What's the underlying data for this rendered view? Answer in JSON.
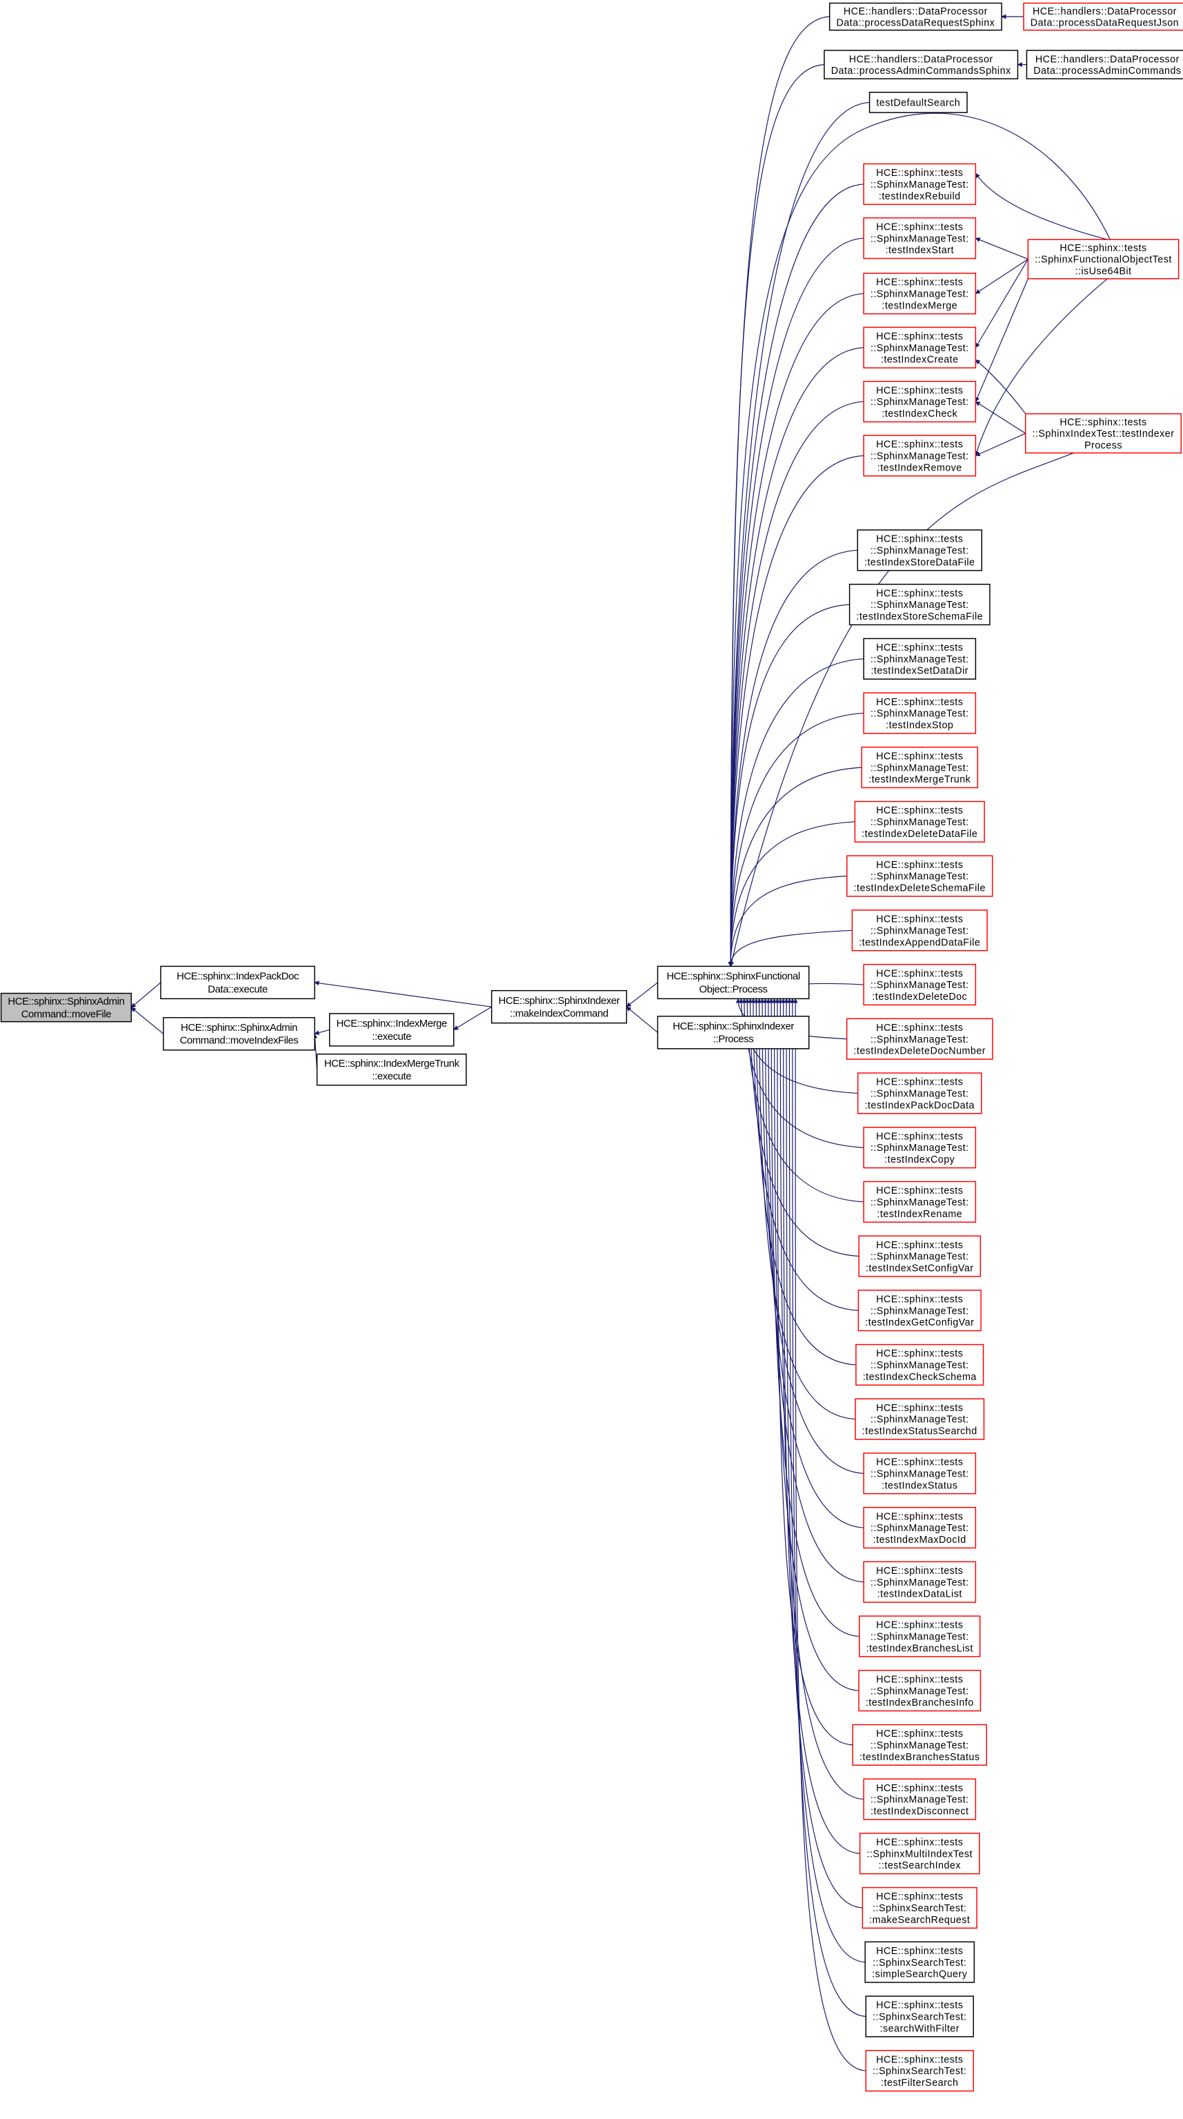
{
  "colors": {
    "edge": "#191970",
    "red_border": "#ff0000",
    "black_border": "#000000",
    "focus_fill": "#bfbfbf"
  },
  "nodes": [
    {
      "id": "moveFile",
      "lines": [
        "HCE::sphinx::SphinxAdmin",
        "Command::moveFile"
      ],
      "border": "black",
      "focus": true
    },
    {
      "id": "packDocExec",
      "lines": [
        "HCE::sphinx::IndexPackDoc",
        "Data::execute"
      ],
      "border": "black"
    },
    {
      "id": "moveIndexFiles",
      "lines": [
        "HCE::sphinx::SphinxAdmin",
        "Command::moveIndexFiles"
      ],
      "border": "black"
    },
    {
      "id": "mergeExec",
      "lines": [
        "HCE::sphinx::IndexMerge",
        "::execute"
      ],
      "border": "black"
    },
    {
      "id": "mergeTrunkExec",
      "lines": [
        "HCE::sphinx::IndexMergeTrunk",
        "::execute"
      ],
      "border": "black"
    },
    {
      "id": "makeIndexCommand",
      "lines": [
        "HCE::sphinx::SphinxIndexer",
        "::makeIndexCommand"
      ],
      "border": "black"
    },
    {
      "id": "funcProcess",
      "lines": [
        "HCE::sphinx::SphinxFunctional",
        "Object::Process"
      ],
      "border": "black"
    },
    {
      "id": "indexerProcess",
      "lines": [
        "HCE::sphinx::SphinxIndexer",
        "::Process"
      ],
      "border": "black"
    },
    {
      "id": "reqSphinx",
      "lines": [
        "HCE::handlers::DataProcessor",
        "Data::processDataRequestSphinx"
      ],
      "border": "black"
    },
    {
      "id": "reqJson",
      "lines": [
        "HCE::handlers::DataProcessor",
        "Data::processDataRequestJson"
      ],
      "border": "red"
    },
    {
      "id": "adminSphinx",
      "lines": [
        "HCE::handlers::DataProcessor",
        "Data::processAdminCommandsSphinx"
      ],
      "border": "black"
    },
    {
      "id": "admin",
      "lines": [
        "HCE::handlers::DataProcessor",
        "Data::processAdminCommands"
      ],
      "border": "black"
    },
    {
      "id": "defaultSearch",
      "lines": [
        "testDefaultSearch"
      ],
      "border": "black"
    },
    {
      "id": "isUse64Bit",
      "lines": [
        "HCE::sphinx::tests",
        "::SphinxFunctionalObjectTest",
        "::isUse64Bit"
      ],
      "border": "red"
    },
    {
      "id": "indexerTest",
      "lines": [
        "HCE::sphinx::tests",
        "::SphinxIndexTest::testIndexer",
        "Process"
      ],
      "border": "red"
    },
    {
      "id": "t0",
      "lines": [
        "HCE::sphinx::tests",
        "::SphinxManageTest:",
        ":testIndexRebuild"
      ],
      "border": "red"
    },
    {
      "id": "t1",
      "lines": [
        "HCE::sphinx::tests",
        "::SphinxManageTest:",
        ":testIndexStart"
      ],
      "border": "red"
    },
    {
      "id": "t2",
      "lines": [
        "HCE::sphinx::tests",
        "::SphinxManageTest:",
        ":testIndexMerge"
      ],
      "border": "red"
    },
    {
      "id": "t3",
      "lines": [
        "HCE::sphinx::tests",
        "::SphinxManageTest:",
        ":testIndexCreate"
      ],
      "border": "red"
    },
    {
      "id": "t4",
      "lines": [
        "HCE::sphinx::tests",
        "::SphinxManageTest:",
        ":testIndexCheck"
      ],
      "border": "red"
    },
    {
      "id": "t5",
      "lines": [
        "HCE::sphinx::tests",
        "::SphinxManageTest:",
        ":testIndexRemove"
      ],
      "border": "red"
    },
    {
      "id": "b0",
      "lines": [
        "HCE::sphinx::tests",
        "::SphinxManageTest:",
        ":testIndexStoreDataFile"
      ],
      "border": "black"
    },
    {
      "id": "b1",
      "lines": [
        "HCE::sphinx::tests",
        "::SphinxManageTest:",
        ":testIndexStoreSchemaFile"
      ],
      "border": "black"
    },
    {
      "id": "b2",
      "lines": [
        "HCE::sphinx::tests",
        "::SphinxManageTest:",
        ":testIndexSetDataDir"
      ],
      "border": "black"
    },
    {
      "id": "b3",
      "lines": [
        "HCE::sphinx::tests",
        "::SphinxManageTest:",
        ":testIndexStop"
      ],
      "border": "red"
    },
    {
      "id": "b4",
      "lines": [
        "HCE::sphinx::tests",
        "::SphinxManageTest:",
        ":testIndexMergeTrunk"
      ],
      "border": "red"
    },
    {
      "id": "b5",
      "lines": [
        "HCE::sphinx::tests",
        "::SphinxManageTest:",
        ":testIndexDeleteDataFile"
      ],
      "border": "red"
    },
    {
      "id": "b6",
      "lines": [
        "HCE::sphinx::tests",
        "::SphinxManageTest:",
        ":testIndexDeleteSchemaFile"
      ],
      "border": "red"
    },
    {
      "id": "b7",
      "lines": [
        "HCE::sphinx::tests",
        "::SphinxManageTest:",
        ":testIndexAppendDataFile"
      ],
      "border": "red"
    },
    {
      "id": "b8",
      "lines": [
        "HCE::sphinx::tests",
        "::SphinxManageTest:",
        ":testIndexDeleteDoc"
      ],
      "border": "red"
    },
    {
      "id": "b9",
      "lines": [
        "HCE::sphinx::tests",
        "::SphinxManageTest:",
        ":testIndexDeleteDocNumber"
      ],
      "border": "red"
    },
    {
      "id": "b10",
      "lines": [
        "HCE::sphinx::tests",
        "::SphinxManageTest:",
        ":testIndexPackDocData"
      ],
      "border": "red"
    },
    {
      "id": "b11",
      "lines": [
        "HCE::sphinx::tests",
        "::SphinxManageTest:",
        ":testIndexCopy"
      ],
      "border": "red"
    },
    {
      "id": "b12",
      "lines": [
        "HCE::sphinx::tests",
        "::SphinxManageTest:",
        ":testIndexRename"
      ],
      "border": "red"
    },
    {
      "id": "b13",
      "lines": [
        "HCE::sphinx::tests",
        "::SphinxManageTest:",
        ":testIndexSetConfigVar"
      ],
      "border": "red"
    },
    {
      "id": "b14",
      "lines": [
        "HCE::sphinx::tests",
        "::SphinxManageTest:",
        ":testIndexGetConfigVar"
      ],
      "border": "red"
    },
    {
      "id": "b15",
      "lines": [
        "HCE::sphinx::tests",
        "::SphinxManageTest:",
        ":testIndexCheckSchema"
      ],
      "border": "red"
    },
    {
      "id": "b16",
      "lines": [
        "HCE::sphinx::tests",
        "::SphinxManageTest:",
        ":testIndexStatusSearchd"
      ],
      "border": "red"
    },
    {
      "id": "b17",
      "lines": [
        "HCE::sphinx::tests",
        "::SphinxManageTest:",
        ":testIndexStatus"
      ],
      "border": "red"
    },
    {
      "id": "b18",
      "lines": [
        "HCE::sphinx::tests",
        "::SphinxManageTest:",
        ":testIndexMaxDocId"
      ],
      "border": "red"
    },
    {
      "id": "b19",
      "lines": [
        "HCE::sphinx::tests",
        "::SphinxManageTest:",
        ":testIndexDataList"
      ],
      "border": "red"
    },
    {
      "id": "b20",
      "lines": [
        "HCE::sphinx::tests",
        "::SphinxManageTest:",
        ":testIndexBranchesList"
      ],
      "border": "red"
    },
    {
      "id": "b21",
      "lines": [
        "HCE::sphinx::tests",
        "::SphinxManageTest:",
        ":testIndexBranchesInfo"
      ],
      "border": "red"
    },
    {
      "id": "b22",
      "lines": [
        "HCE::sphinx::tests",
        "::SphinxManageTest:",
        ":testIndexBranchesStatus"
      ],
      "border": "red"
    },
    {
      "id": "b23",
      "lines": [
        "HCE::sphinx::tests",
        "::SphinxManageTest:",
        ":testIndexDisconnect"
      ],
      "border": "red"
    },
    {
      "id": "b24",
      "lines": [
        "HCE::sphinx::tests",
        "::SphinxMultiIndexTest",
        "::testSearchIndex"
      ],
      "border": "red"
    },
    {
      "id": "b25",
      "lines": [
        "HCE::sphinx::tests",
        "::SphinxSearchTest:",
        ":makeSearchRequest"
      ],
      "border": "red"
    },
    {
      "id": "b26",
      "lines": [
        "HCE::sphinx::tests",
        "::SphinxSearchTest:",
        ":simpleSearchQuery"
      ],
      "border": "black"
    },
    {
      "id": "b27",
      "lines": [
        "HCE::sphinx::tests",
        "::SphinxSearchTest:",
        ":searchWithFilter"
      ],
      "border": "black"
    },
    {
      "id": "b28",
      "lines": [
        "HCE::sphinx::tests",
        "::SphinxSearchTest:",
        ":testFilterSearch"
      ],
      "border": "red"
    }
  ],
  "edges": [
    [
      "packDocExec",
      "moveFile"
    ],
    [
      "moveIndexFiles",
      "moveFile"
    ],
    [
      "mergeExec",
      "moveIndexFiles"
    ],
    [
      "mergeTrunkExec",
      "moveIndexFiles"
    ],
    [
      "makeIndexCommand",
      "packDocExec"
    ],
    [
      "makeIndexCommand",
      "mergeExec"
    ],
    [
      "funcProcess",
      "makeIndexCommand"
    ],
    [
      "indexerProcess",
      "makeIndexCommand"
    ],
    [
      "reqJson",
      "reqSphinx"
    ],
    [
      "admin",
      "adminSphinx"
    ],
    [
      "isUse64Bit",
      "t0"
    ],
    [
      "isUse64Bit",
      "t1"
    ],
    [
      "isUse64Bit",
      "t2"
    ],
    [
      "isUse64Bit",
      "t3"
    ],
    [
      "isUse64Bit",
      "t4"
    ],
    [
      "isUse64Bit",
      "t5"
    ],
    [
      "indexerTest",
      "t3"
    ],
    [
      "indexerTest",
      "t4"
    ],
    [
      "indexerTest",
      "t5"
    ],
    [
      "isUse64Bit",
      "funcProcess"
    ],
    [
      "indexerTest",
      "funcProcess"
    ],
    [
      "reqSphinx",
      "funcProcess"
    ],
    [
      "adminSphinx",
      "funcProcess"
    ],
    [
      "defaultSearch",
      "funcProcess"
    ],
    [
      "t0",
      "funcProcess"
    ],
    [
      "t1",
      "funcProcess"
    ],
    [
      "t2",
      "funcProcess"
    ],
    [
      "t3",
      "funcProcess"
    ],
    [
      "t4",
      "funcProcess"
    ],
    [
      "t5",
      "funcProcess"
    ],
    [
      "b0",
      "funcProcess"
    ],
    [
      "b1",
      "funcProcess"
    ],
    [
      "b2",
      "funcProcess"
    ],
    [
      "b3",
      "funcProcess"
    ],
    [
      "b4",
      "funcProcess"
    ],
    [
      "b5",
      "funcProcess"
    ],
    [
      "b6",
      "funcProcess"
    ],
    [
      "b7",
      "funcProcess"
    ],
    [
      "b8",
      "funcProcess"
    ],
    [
      "b9",
      "funcProcess"
    ],
    [
      "b10",
      "funcProcess"
    ],
    [
      "b11",
      "funcProcess"
    ],
    [
      "b12",
      "funcProcess"
    ],
    [
      "b13",
      "funcProcess"
    ],
    [
      "b14",
      "funcProcess"
    ],
    [
      "b15",
      "funcProcess"
    ],
    [
      "b16",
      "funcProcess"
    ],
    [
      "b17",
      "funcProcess"
    ],
    [
      "b18",
      "funcProcess"
    ],
    [
      "b19",
      "funcProcess"
    ],
    [
      "b20",
      "funcProcess"
    ],
    [
      "b21",
      "funcProcess"
    ],
    [
      "b22",
      "funcProcess"
    ],
    [
      "b23",
      "funcProcess"
    ],
    [
      "b24",
      "funcProcess"
    ],
    [
      "b25",
      "funcProcess"
    ],
    [
      "b26",
      "funcProcess"
    ],
    [
      "b27",
      "funcProcess"
    ],
    [
      "b28",
      "funcProcess"
    ]
  ]
}
